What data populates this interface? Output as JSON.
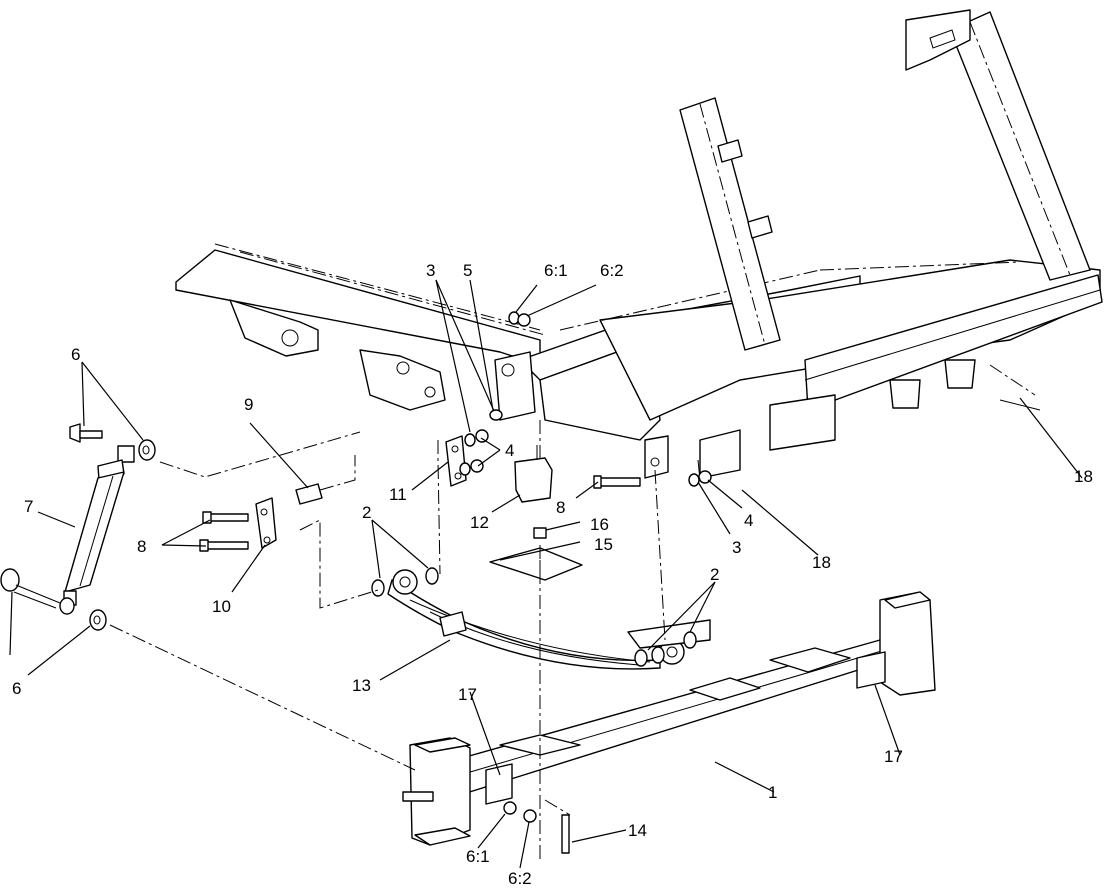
{
  "callouts": [
    {
      "id": "c1",
      "text": "1"
    },
    {
      "id": "c2a",
      "text": "2"
    },
    {
      "id": "c2b",
      "text": "2"
    },
    {
      "id": "c3a",
      "text": "3"
    },
    {
      "id": "c3b",
      "text": "3"
    },
    {
      "id": "c4a",
      "text": "4"
    },
    {
      "id": "c4b",
      "text": "4"
    },
    {
      "id": "c5",
      "text": "5"
    },
    {
      "id": "c61a",
      "text": "6:1"
    },
    {
      "id": "c62a",
      "text": "6:2"
    },
    {
      "id": "c6a",
      "text": "6"
    },
    {
      "id": "c6b",
      "text": "6"
    },
    {
      "id": "c7",
      "text": "7"
    },
    {
      "id": "c8a",
      "text": "8"
    },
    {
      "id": "c8b",
      "text": "8"
    },
    {
      "id": "c9",
      "text": "9"
    },
    {
      "id": "c10",
      "text": "10"
    },
    {
      "id": "c11",
      "text": "11"
    },
    {
      "id": "c12",
      "text": "12"
    },
    {
      "id": "c13",
      "text": "13"
    },
    {
      "id": "c14",
      "text": "14"
    },
    {
      "id": "c15",
      "text": "15"
    },
    {
      "id": "c16",
      "text": "16"
    },
    {
      "id": "c17a",
      "text": "17"
    },
    {
      "id": "c17b",
      "text": "17"
    },
    {
      "id": "c18a",
      "text": "18"
    },
    {
      "id": "c18b",
      "text": "18"
    },
    {
      "id": "c61b",
      "text": "6:1"
    },
    {
      "id": "c62b",
      "text": "6:2"
    }
  ]
}
